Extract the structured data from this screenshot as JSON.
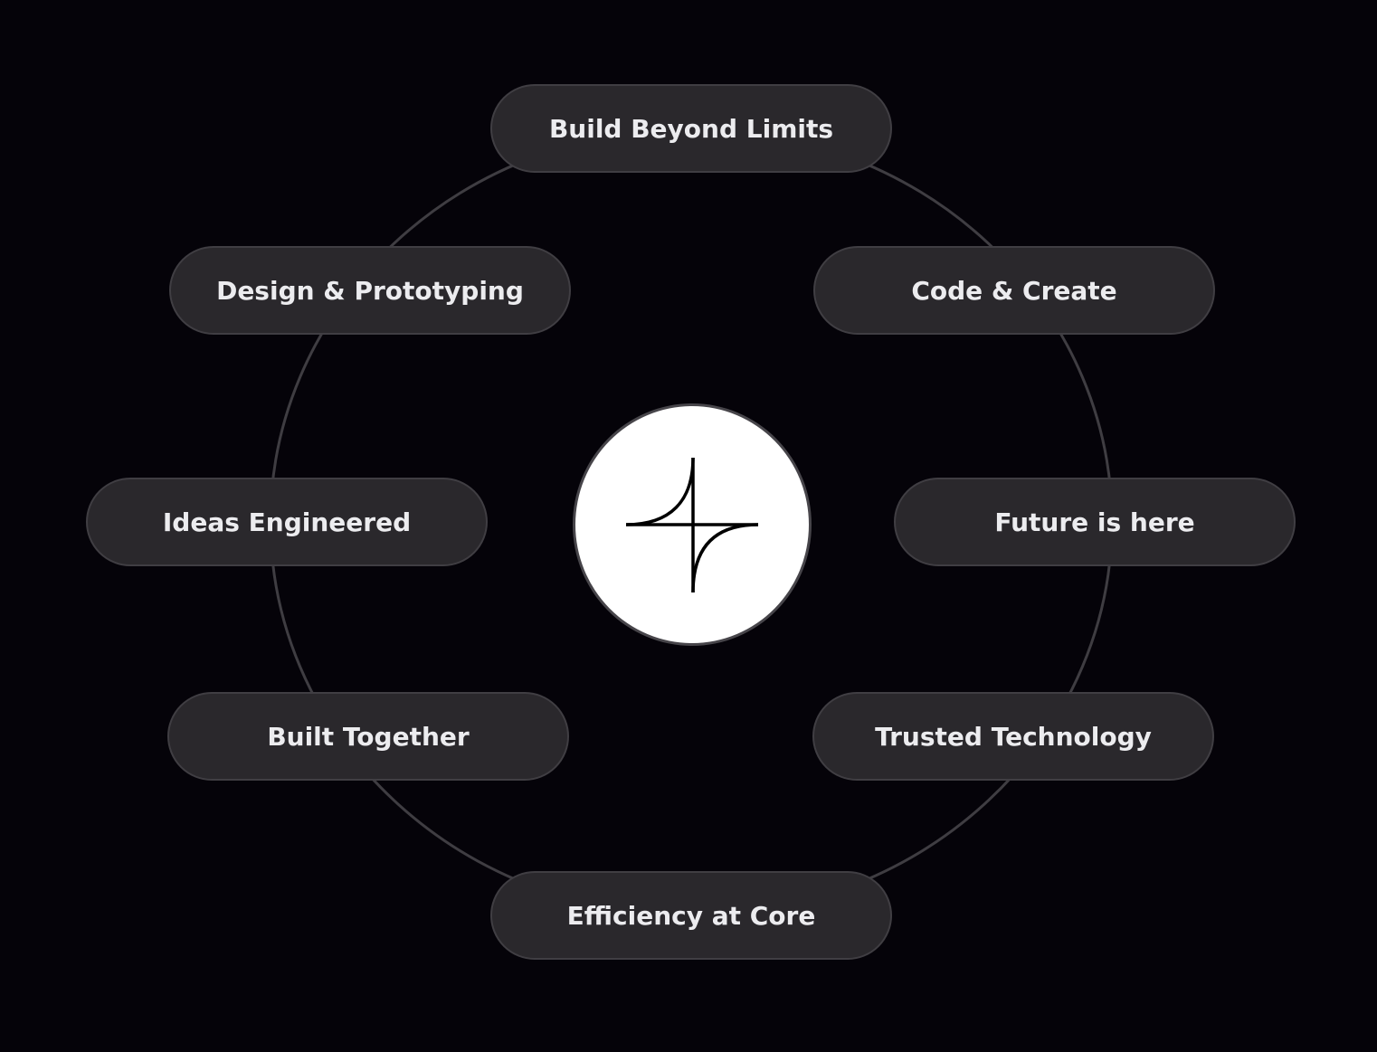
{
  "center": {
    "icon": "four-point-sparkle-logo"
  },
  "items": [
    {
      "label": "Build Beyond Limits"
    },
    {
      "label": "Code & Create"
    },
    {
      "label": "Future is here"
    },
    {
      "label": "Trusted Technology"
    },
    {
      "label": "Efficiency at Core"
    },
    {
      "label": "Built Together"
    },
    {
      "label": "Ideas Engineered"
    },
    {
      "label": "Design & Prototyping"
    }
  ],
  "colors": {
    "background": "#050309",
    "pill": "#2a282c",
    "pill_border": "#403e43",
    "ring": "#3f3d42",
    "text": "#ececef"
  }
}
